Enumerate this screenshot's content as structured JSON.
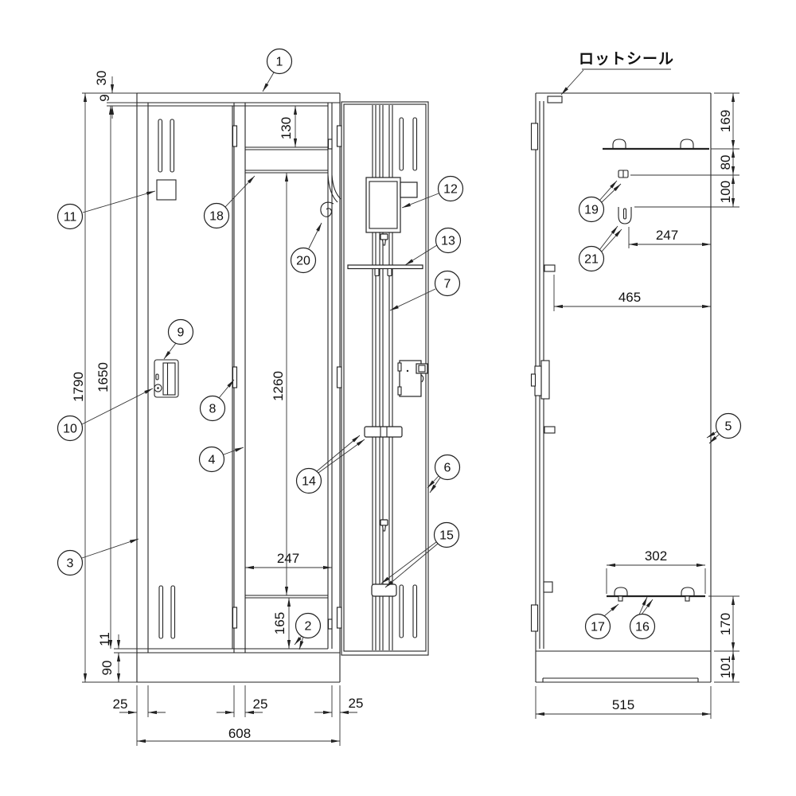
{
  "annotation": {
    "lot_seal": "ロットシール"
  },
  "balloons": {
    "b1": "1",
    "b2": "2",
    "b3": "3",
    "b4": "4",
    "b5": "5",
    "b6": "6",
    "b7": "7",
    "b8": "8",
    "b9": "9",
    "b10": "10",
    "b11": "11",
    "b12": "12",
    "b13": "13",
    "b14": "14",
    "b15": "15",
    "b16": "16",
    "b17": "17",
    "b18": "18",
    "b19": "19",
    "b20": "20",
    "b21": "21"
  },
  "dims": {
    "front": {
      "cap_height": "30",
      "lip": "9",
      "total_height": "1790",
      "door_height": "1650",
      "top_shelf_depth": "130",
      "hook_rail_height": "1260",
      "bottom_shelf_height": "165",
      "compartment_width": "247",
      "base_gap": "11",
      "base_height": "90",
      "wall_left": "25",
      "wall_mid": "25",
      "wall_right": "25",
      "total_width": "608"
    },
    "side": {
      "top_offset": "169",
      "shelf_gap": "80",
      "hook_gap": "100",
      "hook_depth": "247",
      "interior_depth": "465",
      "shelf_depth": "302",
      "bottom_shelf_height": "170",
      "base_height": "101",
      "total_depth": "515"
    }
  },
  "colors": {
    "line": "#222222",
    "background": "#ffffff"
  }
}
